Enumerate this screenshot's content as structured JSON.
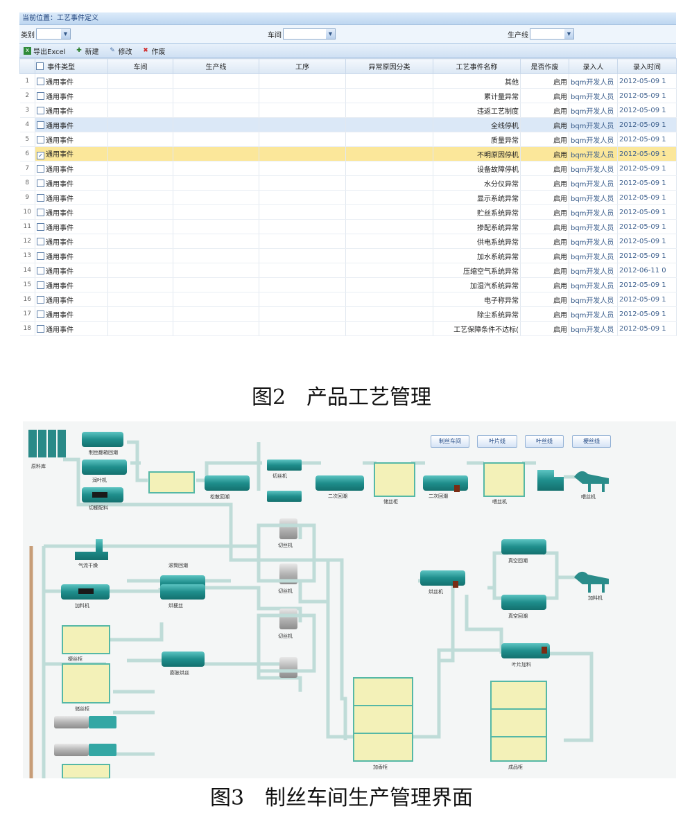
{
  "fig2": {
    "breadcrumb": "当前位置：工艺事件定义",
    "filters": [
      {
        "label": "类别"
      },
      {
        "label": "车间"
      },
      {
        "label": "生产线"
      }
    ],
    "toolbar": [
      {
        "label": "导出Excel",
        "icon": "excel-icon",
        "name": "export-excel-button"
      },
      {
        "label": "新建",
        "icon": "new-icon",
        "name": "new-button"
      },
      {
        "label": "修改",
        "icon": "edit-icon",
        "name": "edit-button"
      },
      {
        "label": "作废",
        "icon": "delete-icon",
        "name": "void-button"
      }
    ],
    "columns": [
      "事件类型",
      "车间",
      "生产线",
      "工序",
      "异常原因分类",
      "工艺事件名称",
      "是否作废",
      "录入人",
      "录入时间"
    ],
    "rows": [
      {
        "no": "1",
        "type": "通用事件",
        "name": "其他",
        "enabled": "启用",
        "by": "bqm开发人员",
        "time": "2012-05-09 1"
      },
      {
        "no": "2",
        "type": "通用事件",
        "name": "累计量异常",
        "enabled": "启用",
        "by": "bqm开发人员",
        "time": "2012-05-09 1"
      },
      {
        "no": "3",
        "type": "通用事件",
        "name": "违返工艺制度",
        "enabled": "启用",
        "by": "bqm开发人员",
        "time": "2012-05-09 1"
      },
      {
        "no": "4",
        "type": "通用事件",
        "name": "全线停机",
        "enabled": "启用",
        "by": "bqm开发人员",
        "time": "2012-05-09 1"
      },
      {
        "no": "5",
        "type": "通用事件",
        "name": "质量异常",
        "enabled": "启用",
        "by": "bqm开发人员",
        "time": "2012-05-09 1"
      },
      {
        "no": "6",
        "type": "通用事件",
        "name": "不明原因停机",
        "enabled": "启用",
        "by": "bqm开发人员",
        "time": "2012-05-09 1"
      },
      {
        "no": "7",
        "type": "通用事件",
        "name": "设备故障停机",
        "enabled": "启用",
        "by": "bqm开发人员",
        "time": "2012-05-09 1"
      },
      {
        "no": "8",
        "type": "通用事件",
        "name": "水分仪异常",
        "enabled": "启用",
        "by": "bqm开发人员",
        "time": "2012-05-09 1"
      },
      {
        "no": "9",
        "type": "通用事件",
        "name": "显示系统异常",
        "enabled": "启用",
        "by": "bqm开发人员",
        "time": "2012-05-09 1"
      },
      {
        "no": "10",
        "type": "通用事件",
        "name": "贮丝系统异常",
        "enabled": "启用",
        "by": "bqm开发人员",
        "time": "2012-05-09 1"
      },
      {
        "no": "11",
        "type": "通用事件",
        "name": "掺配系统异常",
        "enabled": "启用",
        "by": "bqm开发人员",
        "time": "2012-05-09 1"
      },
      {
        "no": "12",
        "type": "通用事件",
        "name": "供电系统异常",
        "enabled": "启用",
        "by": "bqm开发人员",
        "time": "2012-05-09 1"
      },
      {
        "no": "13",
        "type": "通用事件",
        "name": "加水系统异常",
        "enabled": "启用",
        "by": "bqm开发人员",
        "time": "2012-05-09 1"
      },
      {
        "no": "14",
        "type": "通用事件",
        "name": "压缩空气系统异常",
        "enabled": "启用",
        "by": "bqm开发人员",
        "time": "2012-06-11 0"
      },
      {
        "no": "15",
        "type": "通用事件",
        "name": "加湿汽系统异常",
        "enabled": "启用",
        "by": "bqm开发人员",
        "time": "2012-05-09 1"
      },
      {
        "no": "16",
        "type": "通用事件",
        "name": "电子称异常",
        "enabled": "启用",
        "by": "bqm开发人员",
        "time": "2012-05-09 1"
      },
      {
        "no": "17",
        "type": "通用事件",
        "name": "除尘系统异常",
        "enabled": "启用",
        "by": "bqm开发人员",
        "time": "2012-05-09 1"
      },
      {
        "no": "18",
        "type": "通用事件",
        "name": "工艺保障条件不达标(",
        "enabled": "启用",
        "by": "bqm开发人员",
        "time": "2012-05-09 1"
      }
    ],
    "hover_row": "4",
    "selected_row": "6",
    "caption": "图2　产品工艺管理"
  },
  "fig3": {
    "nav_buttons": [
      "制丝车间",
      "叶片线",
      "叶丝线",
      "梗丝线"
    ],
    "labels": {
      "l1": "原料库",
      "l2": "制丝翻箱回潮",
      "l3": "润叶机",
      "l4": "切梗配料",
      "l5": "松散回潮",
      "l6": "切丝机",
      "l7": "二次回潮",
      "l8": "二次回潮",
      "l9": "储丝柜",
      "l10": "喂丝机",
      "l11": "气流干燥",
      "l12": "滚筒回潮",
      "l13": "切丝机",
      "l14": "加料机",
      "l15": "烘梗丝",
      "l16": "切丝机",
      "l17": "膨胀烘丝",
      "l18": "梗丝柜",
      "l19": "储丝柜",
      "l20": "真空回潮",
      "l21": "真空回潮",
      "l22": "叶片加料",
      "l23": "加香柜",
      "l24": "成品柜",
      "l25": "烘丝机",
      "l26": "喂丝机",
      "l27": "切丝机",
      "l28": "加料机"
    },
    "caption": "图3　制丝车间生产管理界面"
  }
}
